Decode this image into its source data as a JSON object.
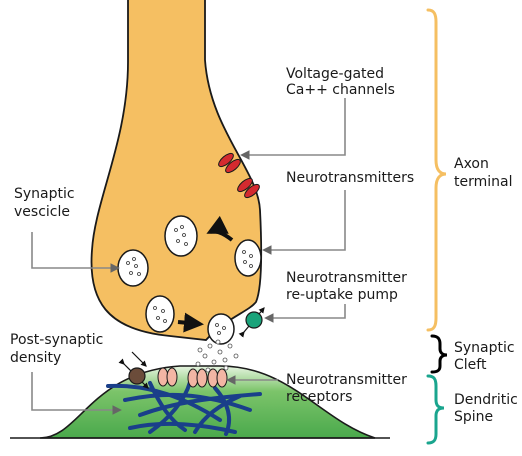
{
  "labels": {
    "voltage_gated_1": "Voltage-gated",
    "voltage_gated_2": "Ca++ channels",
    "neurotransmitters": "Neurotransmitters",
    "synaptic_vesicle_1": "Synaptic",
    "synaptic_vesicle_2": "vescicle",
    "reuptake_1": "Neurotransmitter",
    "reuptake_2": "re-uptake pump",
    "post_synaptic_1": "Post-synaptic",
    "post_synaptic_2": "density",
    "receptors_1": "Neurotransmitter",
    "receptors_2": "receptors",
    "axon_terminal_1": "Axon",
    "axon_terminal_2": "terminal",
    "synaptic_cleft_1": "Synaptic",
    "synaptic_cleft_2": "Cleft",
    "dendritic_spine_1": "Dendritic",
    "dendritic_spine_2": "Spine"
  },
  "colors": {
    "axon_fill": "#f5bf62",
    "axon_brace": "#f5bf62",
    "cleft_brace": "#000000",
    "spine_brace": "#1aa58e",
    "spine_fill": "#4db04d",
    "ca_channel": "#d42a2f",
    "reuptake_pump": "#1aa37a",
    "receptor": "#f3b6a4",
    "post_density_fibers": "#1a3f8a",
    "pointer_line": "#888888"
  }
}
